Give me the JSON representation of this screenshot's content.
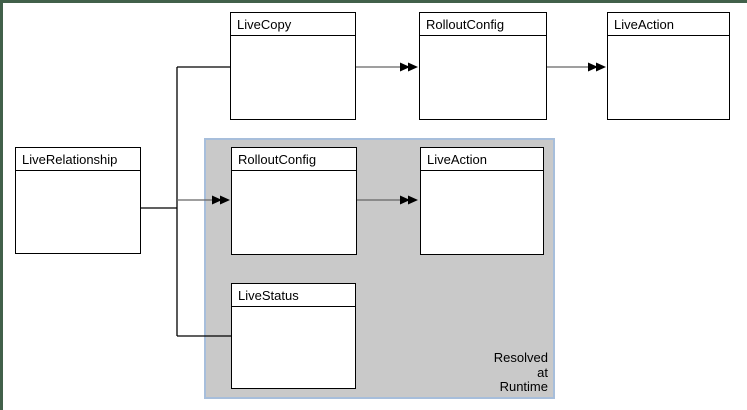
{
  "colors": {
    "frame_green": "#41604a",
    "group_fill": "#c9c9c9",
    "group_border": "#a7bedb",
    "box_border": "#000000",
    "connector": "#000000",
    "arrow_shaft": "#666666"
  },
  "nodes": {
    "live_copy": {
      "label": "LiveCopy"
    },
    "rollout_config_top": {
      "label": "RolloutConfig"
    },
    "live_action_top": {
      "label": "LiveAction"
    },
    "live_relationship": {
      "label": "LiveRelationship"
    },
    "rollout_config_runtime": {
      "label": "RolloutConfig"
    },
    "live_action_runtime": {
      "label": "LiveAction"
    },
    "live_status": {
      "label": "LiveStatus"
    }
  },
  "runtime_group": {
    "caption": "Resolved\nat\nRuntime"
  }
}
